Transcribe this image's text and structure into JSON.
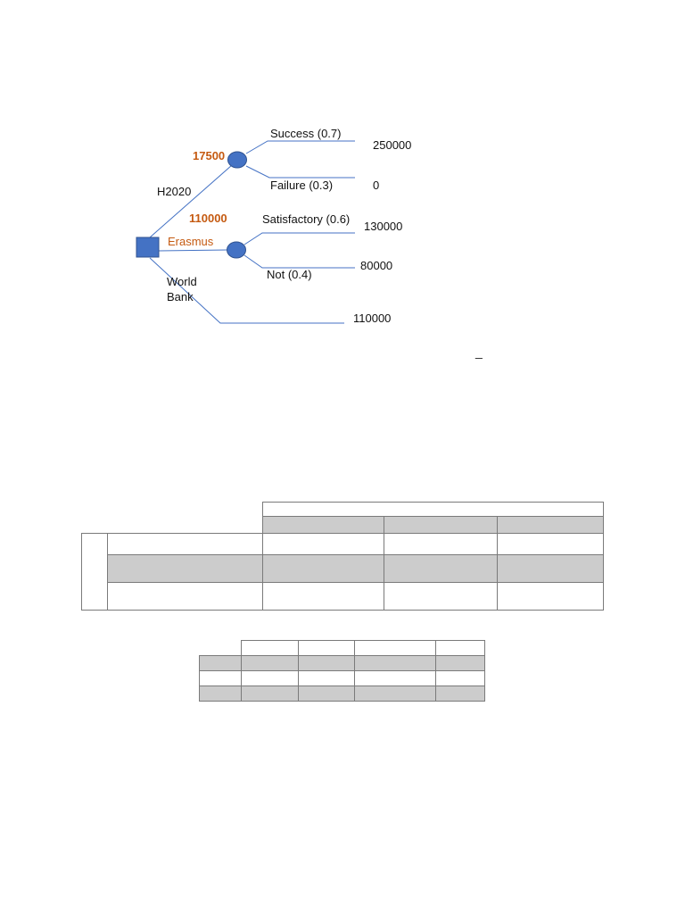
{
  "decision_tree": {
    "colors": {
      "node": "#4472c4",
      "branch": "#4472c4",
      "expected_value": "#c55a11",
      "erasmus_label": "#c55a11",
      "text": "#111111"
    },
    "decision_node": {
      "shape": "square"
    },
    "options": [
      {
        "label": "H2020",
        "expected_value": "17500",
        "chance_node": "circle",
        "outcomes": [
          {
            "label": "Success (0.7)",
            "payoff": "250000"
          },
          {
            "label": "Failure (0.3)",
            "payoff": "0"
          }
        ]
      },
      {
        "label": "Erasmus",
        "expected_value": "110000",
        "chance_node": "circle",
        "outcomes": [
          {
            "label": "Satisfactory (0.6)",
            "payoff": "130000"
          },
          {
            "label": "Not (0.4)",
            "payoff": "80000"
          }
        ]
      },
      {
        "label_line1": "World",
        "label_line2": "Bank",
        "payoff": "110000"
      }
    ]
  },
  "stray_mark": "_",
  "tables": {
    "upper": {
      "rows": 5,
      "note": "empty grid with shaded header row and shaded middle data row"
    },
    "lower": {
      "rows": 4,
      "note": "empty grid with alternating shaded rows"
    }
  }
}
